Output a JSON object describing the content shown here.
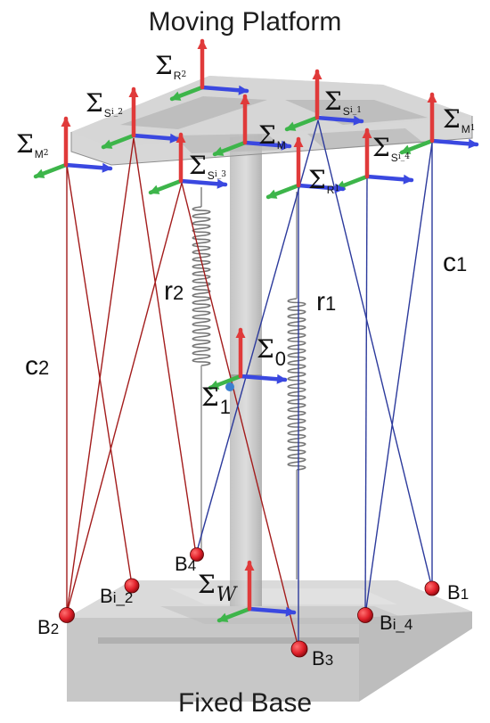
{
  "title_top": "Moving Platform",
  "title_bottom": "Fixed Base",
  "cables": [
    {
      "name": "c",
      "index": "2"
    },
    {
      "name": "c",
      "index": "1"
    },
    {
      "name": "r",
      "index": "2"
    },
    {
      "name": "r",
      "index": "1"
    }
  ],
  "frames": {
    "R2": {
      "sym": "Σ",
      "sub": "R",
      "subsub": "2"
    },
    "Si2": {
      "sym": "Σ",
      "sub": "S",
      "subsub": "i_2"
    },
    "Si1": {
      "sym": "Σ",
      "sub": "S",
      "subsub": "i_1"
    },
    "M2": {
      "sym": "Σ",
      "sub": "M",
      "subsub": "2"
    },
    "M": {
      "sym": "Σ",
      "sub": "M",
      "subsub": ""
    },
    "M1": {
      "sym": "Σ",
      "sub": "M",
      "subsub": "1"
    },
    "Si4": {
      "sym": "Σ",
      "sub": "S",
      "subsub": "i_4"
    },
    "Si3": {
      "sym": "Σ",
      "sub": "S",
      "subsub": "i_3"
    },
    "R1": {
      "sym": "Σ",
      "sub": "R",
      "subsub": "1"
    },
    "S0": {
      "sym": "Σ",
      "sub": "0",
      "subsub": ""
    },
    "S1": {
      "sym": "Σ",
      "sub": "1",
      "subsub": ""
    },
    "W": {
      "sym": "Σ",
      "sub": "W",
      "subsub": ""
    }
  },
  "base_points": {
    "B4": {
      "letter": "B",
      "sub": "4"
    },
    "Bi2": {
      "letter": "B",
      "sub": "i_2"
    },
    "B2": {
      "letter": "B",
      "sub": "2"
    },
    "B1": {
      "letter": "B",
      "sub": "1"
    },
    "Bi4": {
      "letter": "B",
      "sub": "i_4"
    },
    "B3": {
      "letter": "B",
      "sub": "3"
    }
  },
  "colors": {
    "red_cable": "#a31c1c",
    "blue_cable": "#2c3a9c",
    "axis_x": "#3a48e0",
    "axis_y": "#3db54a",
    "axis_z": "#e03a3a",
    "anchor": "#e0202a",
    "structure": "#a9a9a9"
  }
}
